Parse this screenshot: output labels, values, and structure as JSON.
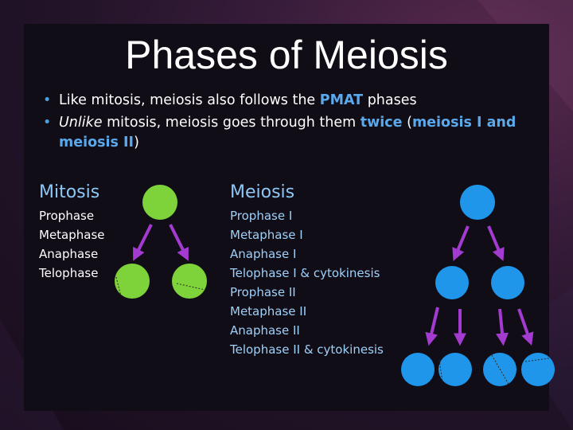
{
  "title": "Phases of Meiosis",
  "bullets": {
    "b1_pre": "Like mitosis, meiosis also follows the ",
    "b1_accent": "PMAT",
    "b1_post": " phases",
    "b2_italic": "Unlike",
    "b2_mid": " mitosis, meiosis goes through them ",
    "b2_accent1": "twice",
    "b2_open": " (",
    "b2_accent2": "meiosis I and meiosis II",
    "b2_close": ")"
  },
  "mitosis": {
    "heading": "Mitosis",
    "phases": [
      "Prophase",
      "Metaphase",
      "Anaphase",
      "Telophase"
    ]
  },
  "meiosis": {
    "heading": "Meiosis",
    "phases": [
      "Prophase I",
      "Metaphase I",
      "Anaphase I",
      "Telophase I & cytokinesis",
      "Prophase II",
      "Metaphase II",
      "Anaphase II",
      "Telophase II & cytokinesis"
    ]
  },
  "colors": {
    "mitosis_cell": "#7fd33a",
    "meiosis_cell": "#1f96ea",
    "arrow": "#a33bd0",
    "accent": "#5aa9ec"
  }
}
